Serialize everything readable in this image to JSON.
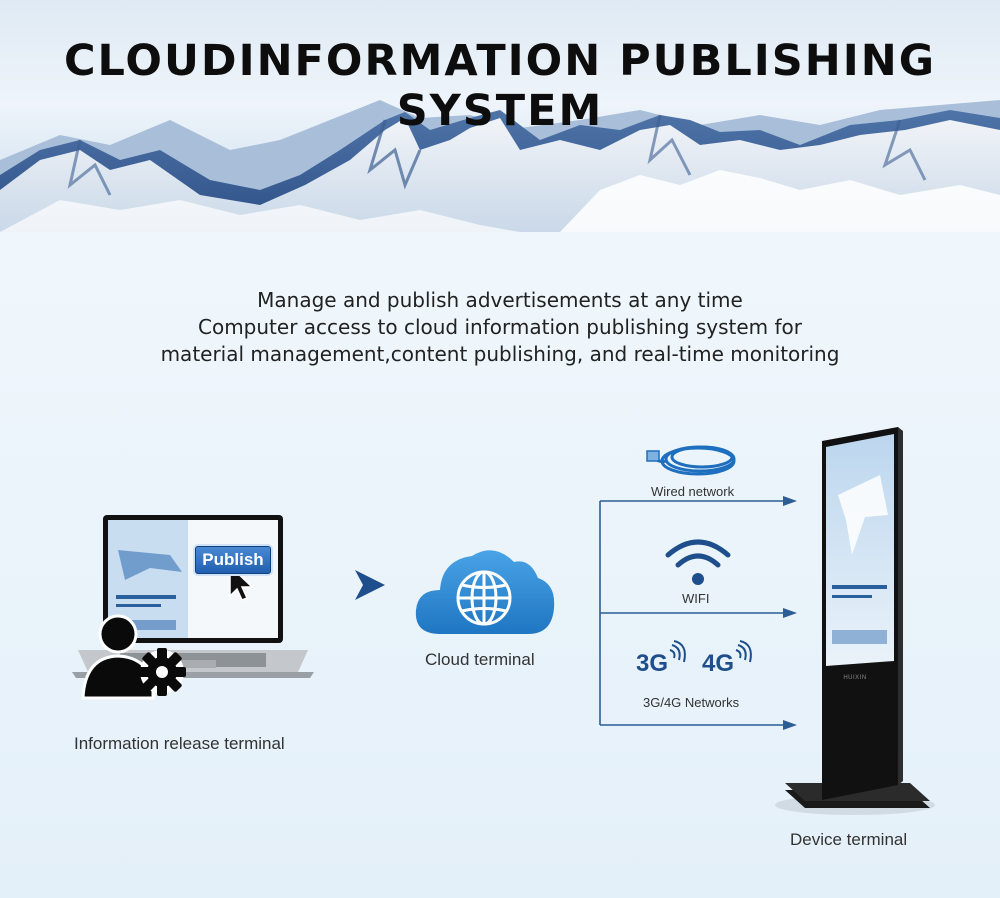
{
  "header": {
    "title": "CLOUDINFORMATION PUBLISHING SYSTEM"
  },
  "intro": {
    "lines": [
      "Manage and publish advertisements at any time",
      "Computer access to cloud information publishing system for",
      "material management,content publishing, and real-time monitoring"
    ]
  },
  "release_terminal": {
    "button_label": "Publish",
    "caption": "Information release terminal"
  },
  "cloud": {
    "caption": "Cloud terminal"
  },
  "networks": {
    "wired": "Wired network",
    "wifi": "WIFI",
    "badge_3g": "3G",
    "badge_4g": "4G",
    "mobile": "3G/4G Networks"
  },
  "device": {
    "brand": "HUIXIN",
    "caption": "Device terminal"
  },
  "colors": {
    "accent_blue": "#1f4e8c",
    "cloud_blue": "#2b86cf",
    "line_blue": "#2c5d95",
    "icon_dark": "#0a0a0a"
  }
}
